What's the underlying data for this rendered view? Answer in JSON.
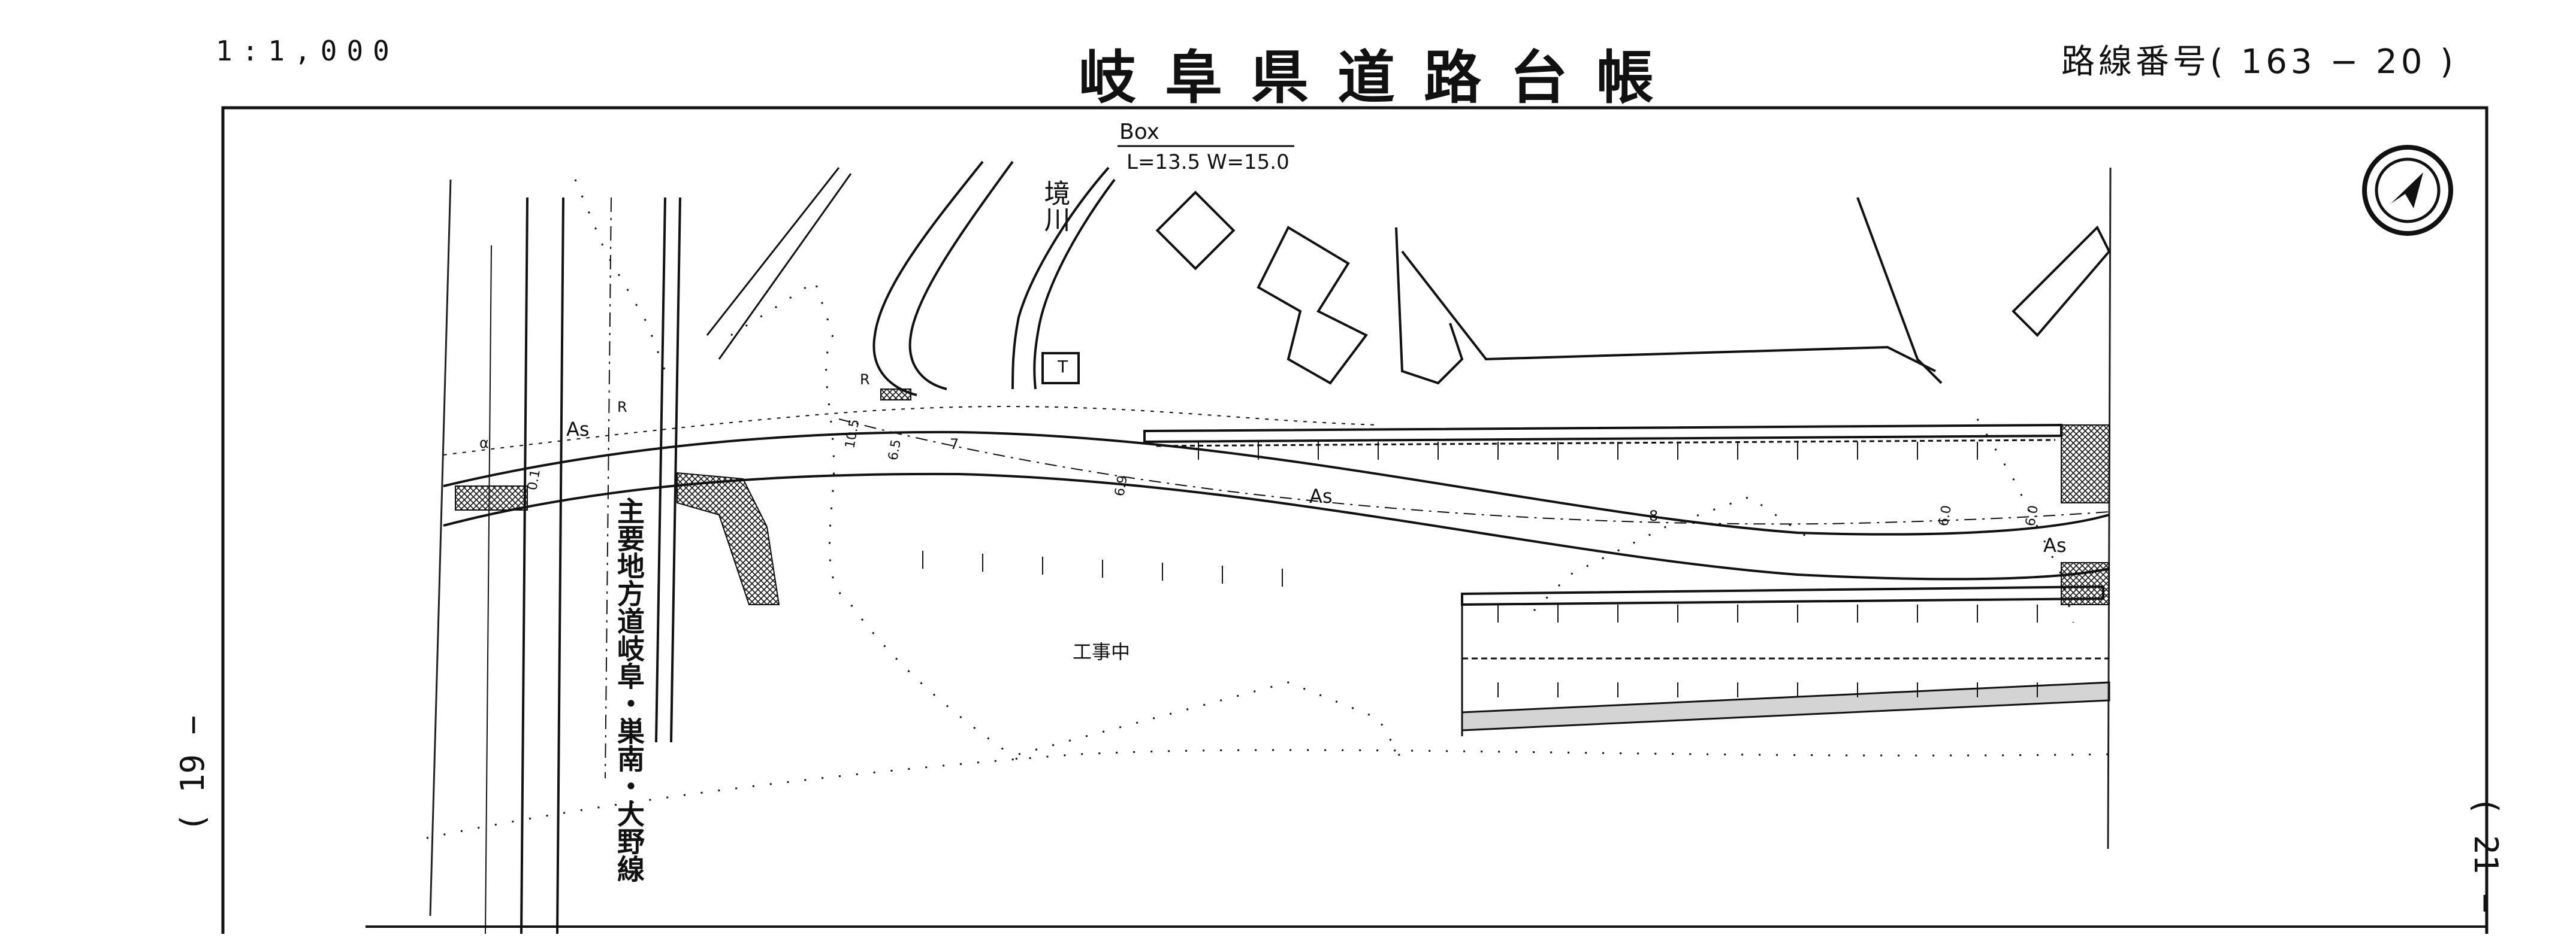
{
  "header": {
    "scale": "1:1,000",
    "title": "岐阜県道路台帳",
    "route_label": "路線番号( 163 − 20 )"
  },
  "side_labels": {
    "left": "( 19 −",
    "right": "( 21 −"
  },
  "map": {
    "box_label": "Box",
    "box_dims": "L=13.5  W=15.0",
    "river_name": "境川",
    "road_name": "主要地方道岐阜・巣南・大野線",
    "construction_label": "工事中",
    "surface_labels": [
      "As",
      "As",
      "As"
    ],
    "r_labels": [
      "R",
      "R"
    ],
    "dim_labels": [
      "0.1",
      "7",
      "6.9",
      "8",
      "6.0",
      "6.0",
      "10.5",
      "6.5"
    ],
    "misc_labels": [
      "α",
      "T"
    ],
    "north_arrow": "north-arrow-icon"
  }
}
